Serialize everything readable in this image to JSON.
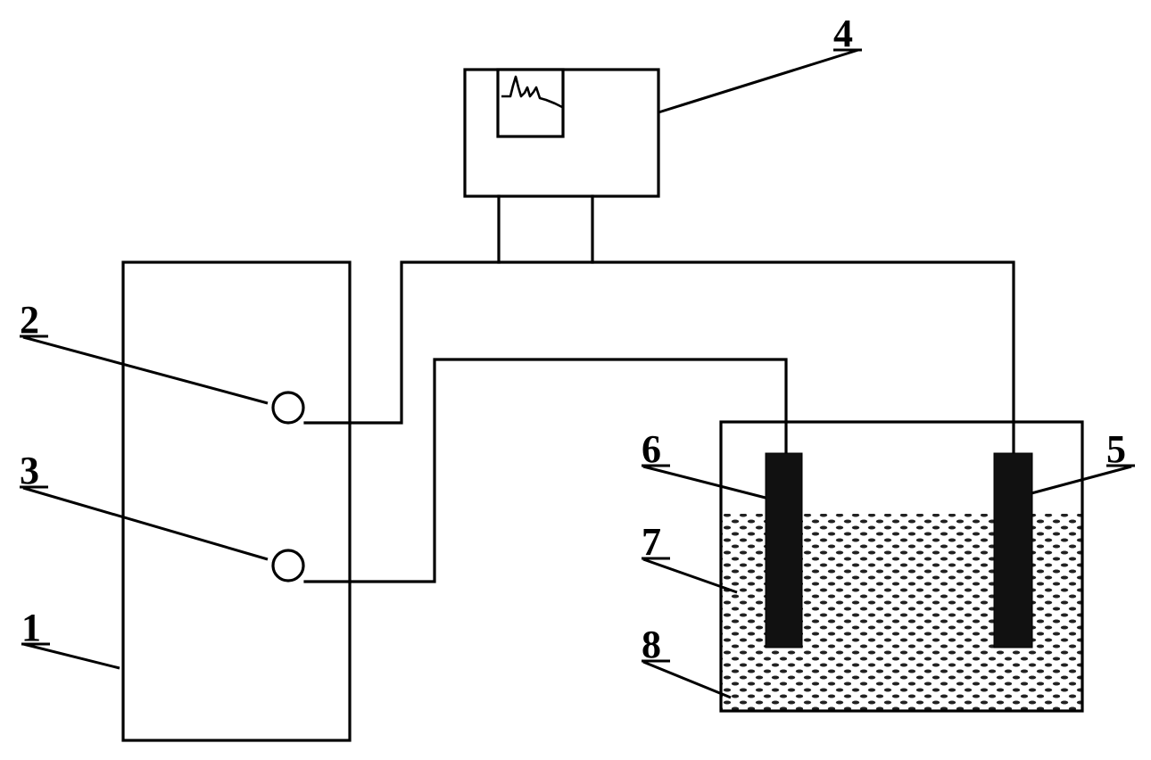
{
  "diagram": {
    "labels": {
      "power_supply": "1",
      "terminal_a": "2",
      "terminal_b": "3",
      "oscilloscope": "4",
      "electrode_right": "5",
      "electrode_left": "6",
      "electrolyte": "7",
      "container": "8"
    },
    "colors": {
      "stroke": "#000000",
      "electrode_fill": "#111111",
      "solution_pattern": "#222222",
      "background": "#ffffff"
    }
  }
}
